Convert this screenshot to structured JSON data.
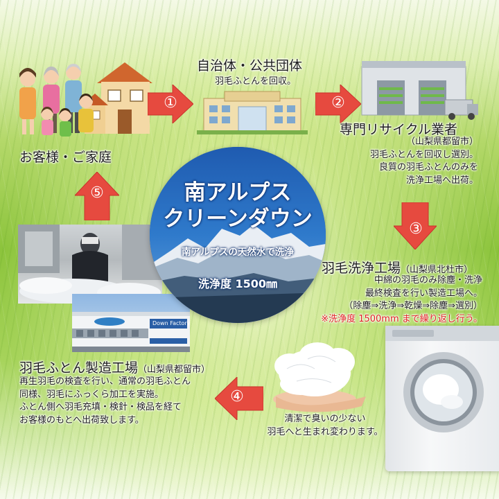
{
  "steps": {
    "customer": {
      "title": "お客様・ご家庭"
    },
    "municipality": {
      "title": "自治体・公共団体",
      "line1": "羽毛ふとんを回収。"
    },
    "recycler": {
      "title": "専門リサイクル業者",
      "location": "（山梨県都留市）",
      "line1": "羽毛ふとんを回収し選別。",
      "line2": "良質の羽毛ふとんのみを",
      "line3": "洗浄工場へ出荷。"
    },
    "washing": {
      "title": "羽毛洗浄工場",
      "location": "（山梨県北杜市）",
      "line1": "中綿の羽毛のみ除塵・洗浄",
      "line2": "最終検査を行い製造工場へ。",
      "line3": "（除塵⇒洗浄⇒乾燥⇒除塵⇒選別）",
      "note": "※洗浄度 1500mm まで繰り返し行う。"
    },
    "result": {
      "line1": "清潔で臭いの少ない",
      "line2": "羽毛へと生まれ変わります。"
    },
    "factory": {
      "title": "羽毛ふとん製造工場",
      "location": "（山梨県都留市）",
      "line1": "再生羽毛の検査を行い、通常の羽毛ふとん",
      "line2": "同様、羽毛にふっくら加工を実施。",
      "line3": "ふとん側へ羽毛充填・検針・検品を経て",
      "line4": "お客様のもとへ出荷致します。"
    }
  },
  "arrows": [
    "①",
    "②",
    "③",
    "④",
    "⑤"
  ],
  "brand": {
    "line1": "南アルプス",
    "line2": "クリーンダウン",
    "tagline": "南アルプスの天然水で洗浄",
    "purity": "洗浄度 1500㎜"
  },
  "factory_sign": "Down Factory",
  "colors": {
    "arrow": "#e64a3f",
    "note": "#e02020",
    "circle": "#1d4f9e"
  }
}
